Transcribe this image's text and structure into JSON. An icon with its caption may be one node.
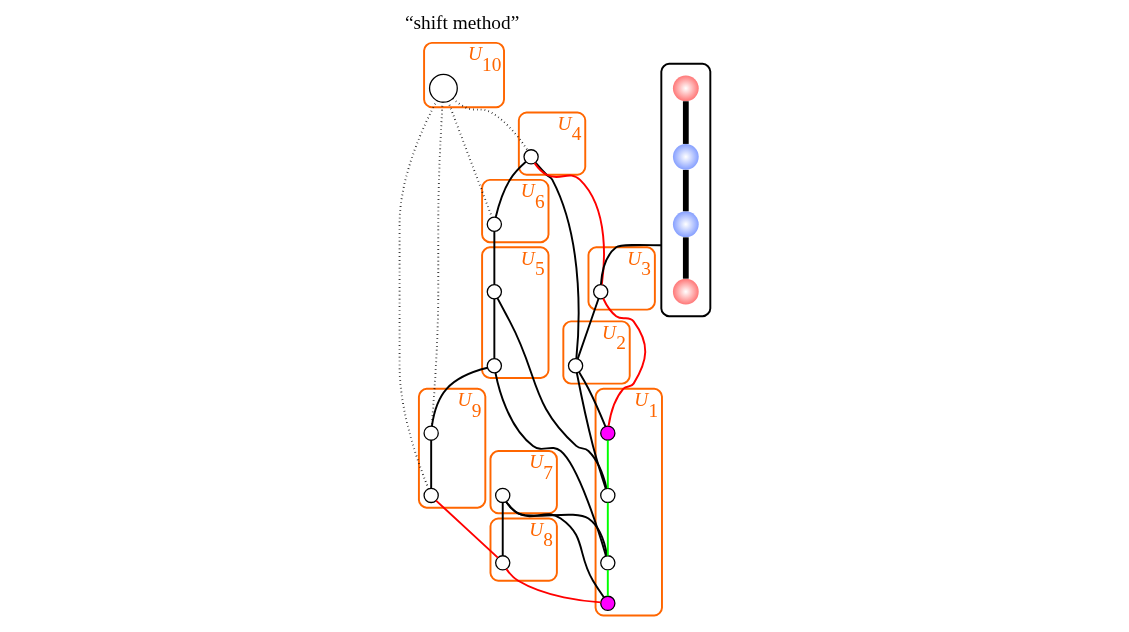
{
  "diagram": {
    "title": "“shift method”",
    "nodes": [
      {
        "text": [
          "*U*$_{10}$"
        ]
      },
      {
        "text": [],
        "shape": "circle",
        "in": 0
      },
      {
        "text": [
          "*U*$_{6}$"
        ]
      },
      {
        "text": [],
        "shape": "circle",
        "in": 2
      },
      {
        "text": [
          "*U*$_{4}$"
        ]
      },
      {
        "text": [],
        "shape": "circle",
        "in": 4
      },
      {
        "text": [
          "*U*$_{9}$"
        ]
      },
      {
        "text": [],
        "shape": "circle",
        "in": 6
      },
      {
        "text": [],
        "shape": "circle",
        "in": 6
      },
      {
        "text": [
          "*U*$_{2}$"
        ]
      },
      {
        "text": [],
        "shape": "circle",
        "in": 9
      },
      {
        "text": [
          "*U*$_{5}$"
        ]
      },
      {
        "text": [],
        "shape": "circle",
        "in": 11
      },
      {
        "text": [],
        "shape": "circle",
        "in": 11
      },
      {
        "text": [
          "*U*$_{3}$"
        ]
      },
      {
        "text": [],
        "shape": "circle",
        "in": 14
      },
      {
        "text": [
          "*U*$_{7}$"
        ]
      },
      {
        "text": [],
        "shape": "circle",
        "in": 16
      },
      {
        "text": [
          "*U*$_{8}$"
        ]
      },
      {
        "text": [],
        "shape": "circle",
        "in": 18
      },
      {
        "text": [
          "*U*$_{1}$"
        ]
      },
      {
        "text": [],
        "shape": "circle",
        "in": 20
      },
      {
        "text": [],
        "shape": "circle",
        "in": 20
      },
      {
        "text": [],
        "shape": "circle",
        "in": 20
      },
      {
        "text": [],
        "shape": "circle",
        "in": 20
      },
      {
        "text": [],
        "shape": "bubble"
      },
      {
        "text": [],
        "shape": "circle",
        "in": 25
      },
      {
        "text": [],
        "shape": "circle",
        "in": 25
      },
      {
        "text": [],
        "shape": "circle",
        "in": 25
      },
      {
        "text": [],
        "shape": "circle",
        "in": 25
      }
    ],
    "edges": [
      {
        "from": 1,
        "to": 5,
        "arrow": "none",
        "style": "dashed"
      },
      {
        "from": 1,
        "to": 3,
        "arrow": "none",
        "style": "dashed"
      },
      {
        "from": 1,
        "to": 7,
        "arrow": "none",
        "style": "dashed"
      },
      {
        "from": 1,
        "to": 8,
        "arrow": "none",
        "style": "dashed"
      },
      {
        "from": 5,
        "to": 3,
        "arrow": "none"
      },
      {
        "from": 5,
        "to": 10,
        "arrow": "none"
      },
      {
        "from": 5,
        "to": 15,
        "arrow": "none",
        "color": "#ff0000"
      },
      {
        "from": 3,
        "to": 12,
        "arrow": "none"
      },
      {
        "from": 15,
        "to": 10,
        "arrow": "none"
      },
      {
        "from": 10,
        "to": 21,
        "arrow": "none"
      },
      {
        "from": 10,
        "to": 22,
        "arrow": "none"
      },
      {
        "from": 12,
        "to": 22,
        "arrow": "none"
      },
      {
        "from": 12,
        "to": 13,
        "arrow": "none"
      },
      {
        "from": 13,
        "to": 7,
        "arrow": "none"
      },
      {
        "from": 13,
        "to": 23,
        "arrow": "none"
      },
      {
        "from": 7,
        "to": 8,
        "arrow": "none"
      },
      {
        "from": 8,
        "to": 19,
        "arrow": "none",
        "color": "#ff0000"
      },
      {
        "from": 17,
        "to": 19,
        "arrow": "none"
      },
      {
        "from": 17,
        "to": 23,
        "arrow": "none"
      },
      {
        "from": 17,
        "to": 24,
        "arrow": "none"
      },
      {
        "from": 19,
        "to": 24,
        "arrow": "none",
        "color": "#ff0000"
      },
      {
        "from": 15,
        "to": 21,
        "arrow": "none",
        "color": "#ff0000"
      },
      {
        "from": 21,
        "to": 22,
        "arrow": "none",
        "color": "#00ff00"
      },
      {
        "from": 22,
        "to": 23,
        "arrow": "none",
        "color": "#00ff00"
      },
      {
        "from": 23,
        "to": 24,
        "arrow": "none",
        "color": "#00ff00"
      },
      {
        "from": 25,
        "to": 15,
        "arrow": "none"
      },
      {
        "from": 26,
        "to": 27,
        "arrow": "none",
        "style": "thick"
      },
      {
        "from": 27,
        "to": 28,
        "arrow": "none",
        "style": "thick"
      },
      {
        "from": 28,
        "to": 29,
        "arrow": "none",
        "style": "thick"
      }
    ]
  }
}
